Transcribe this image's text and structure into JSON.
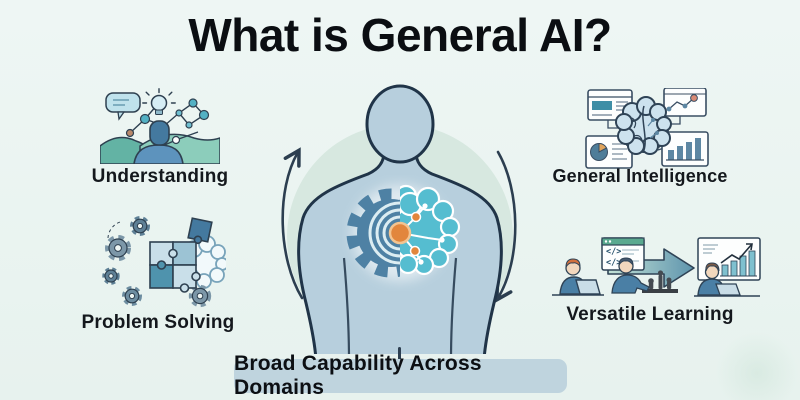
{
  "page": {
    "title": "What is General AI?"
  },
  "features": [
    {
      "id": "understanding",
      "label": "Understanding"
    },
    {
      "id": "problem-solving",
      "label": "Problem Solving"
    },
    {
      "id": "general-intelligence",
      "label": "General Intelligence"
    },
    {
      "id": "versatile-learning",
      "label": "Versatile Learning"
    }
  ],
  "banner": {
    "text": "Broad Capability Across Domains"
  },
  "code_symbol": "</>",
  "icons": {
    "center": "human-figure-with-gear-and-brain-core-in-cycle-arrows",
    "understanding": "person-with-speech-bubble-lightbulb-idea-network",
    "problem_solving": "gears-puzzle-pieces-brain",
    "general_intelligence": "brain-connected-to-dashboard-windows",
    "versatile_learning": "coder-chess-player-analyst-with-transfer-arrow"
  },
  "colors": {
    "background": "#eaf4f1",
    "title_text": "#0b0e12",
    "label_text": "#14181d",
    "banner_bg": "#bfd4de",
    "banner_text": "#0c0f13",
    "halo_circle": "#d7e8e0",
    "body_fill": "#b7cfdd",
    "outline_dark": "#203448",
    "gear_blue": "#4e81a4",
    "brain_teal": "#55bdd0",
    "accent_orange": "#e2863c",
    "arrow_dark": "#2c3e50",
    "hill_green": "#8ccdbb",
    "person_blue": "#4a7fa5"
  }
}
